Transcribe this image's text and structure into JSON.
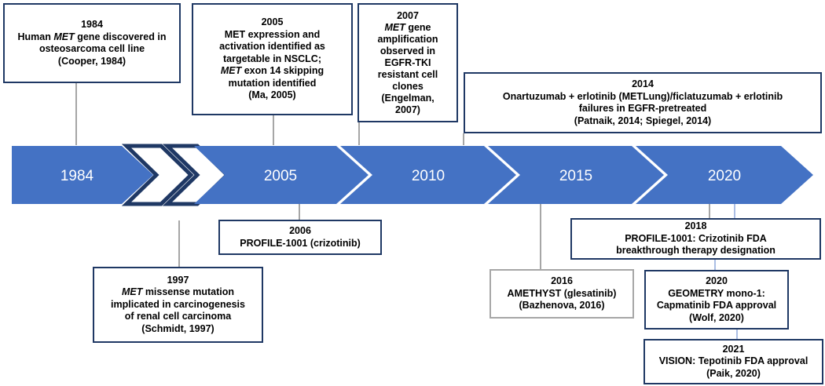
{
  "timeline": {
    "labels": [
      "1984",
      "2005",
      "2010",
      "2015",
      "2020"
    ],
    "colors": {
      "arrow": "#4472c4",
      "break_chevron": "#1f3864",
      "connector": "#a6a6a6",
      "box_border": "#1f3864"
    }
  },
  "events_above": [
    {
      "year": "1984",
      "lines": [
        {
          "pre": "Human ",
          "em": "MET",
          "post": " gene discovered in"
        },
        {
          "pre": "osteosarcoma cell line",
          "em": "",
          "post": ""
        }
      ],
      "cite": "(Cooper, 1984)"
    },
    {
      "year": "2005",
      "lines": [
        {
          "pre": "MET expression and",
          "em": "",
          "post": ""
        },
        {
          "pre": "activation identified as",
          "em": "",
          "post": ""
        },
        {
          "pre": "targetable in NSCLC;",
          "em": "",
          "post": ""
        },
        {
          "pre": "",
          "em": "MET",
          "post": " exon 14 skipping"
        },
        {
          "pre": "mutation identified",
          "em": "",
          "post": ""
        }
      ],
      "cite": "(Ma, 2005)"
    },
    {
      "year": "2007",
      "lines": [
        {
          "pre": "",
          "em": "MET",
          "post": " gene"
        },
        {
          "pre": "amplification",
          "em": "",
          "post": ""
        },
        {
          "pre": "observed in",
          "em": "",
          "post": ""
        },
        {
          "pre": "EGFR-TKI",
          "em": "",
          "post": ""
        },
        {
          "pre": "resistant cell",
          "em": "",
          "post": ""
        },
        {
          "pre": "clones",
          "em": "",
          "post": ""
        }
      ],
      "cite_lines": [
        "(Engelman,",
        "2007)"
      ]
    },
    {
      "year": "2014",
      "lines": [
        {
          "pre": "Onartuzumab + erlotinib (METLung)/ficlatuzumab + erlotinib",
          "em": "",
          "post": ""
        },
        {
          "pre": "failures in EGFR-pretreated",
          "em": "",
          "post": ""
        }
      ],
      "cite": "(Patnaik, 2014; Spiegel, 2014)"
    }
  ],
  "events_below": [
    {
      "year": "1997",
      "lines": [
        {
          "pre": "",
          "em": "MET",
          "post": " missense mutation"
        },
        {
          "pre": "implicated in carcinogenesis",
          "em": "",
          "post": ""
        },
        {
          "pre": "of renal cell carcinoma",
          "em": "",
          "post": ""
        }
      ],
      "cite": "(Schmidt, 1997)"
    },
    {
      "year": "2006",
      "lines": [
        {
          "pre": "PROFILE-1001 (crizotinib)",
          "em": "",
          "post": ""
        }
      ]
    },
    {
      "year": "2016",
      "lines": [
        {
          "pre": "AMETHYST (glesatinib)",
          "em": "",
          "post": ""
        }
      ],
      "cite": "(Bazhenova, 2016)"
    },
    {
      "year": "2018",
      "lines": [
        {
          "pre": "PROFILE-1001: Crizotinib FDA",
          "em": "",
          "post": ""
        },
        {
          "pre": "breakthrough therapy designation",
          "em": "",
          "post": ""
        }
      ]
    },
    {
      "year": "2020",
      "lines": [
        {
          "pre": "GEOMETRY mono-1:",
          "em": "",
          "post": ""
        },
        {
          "pre": "Capmatinib FDA approval",
          "em": "",
          "post": ""
        }
      ],
      "cite": "(Wolf, 2020)"
    },
    {
      "year": "2021",
      "lines": [
        {
          "pre": "VISION: Tepotinib FDA approval",
          "em": "",
          "post": ""
        }
      ],
      "cite": "(Paik, 2020)"
    }
  ]
}
